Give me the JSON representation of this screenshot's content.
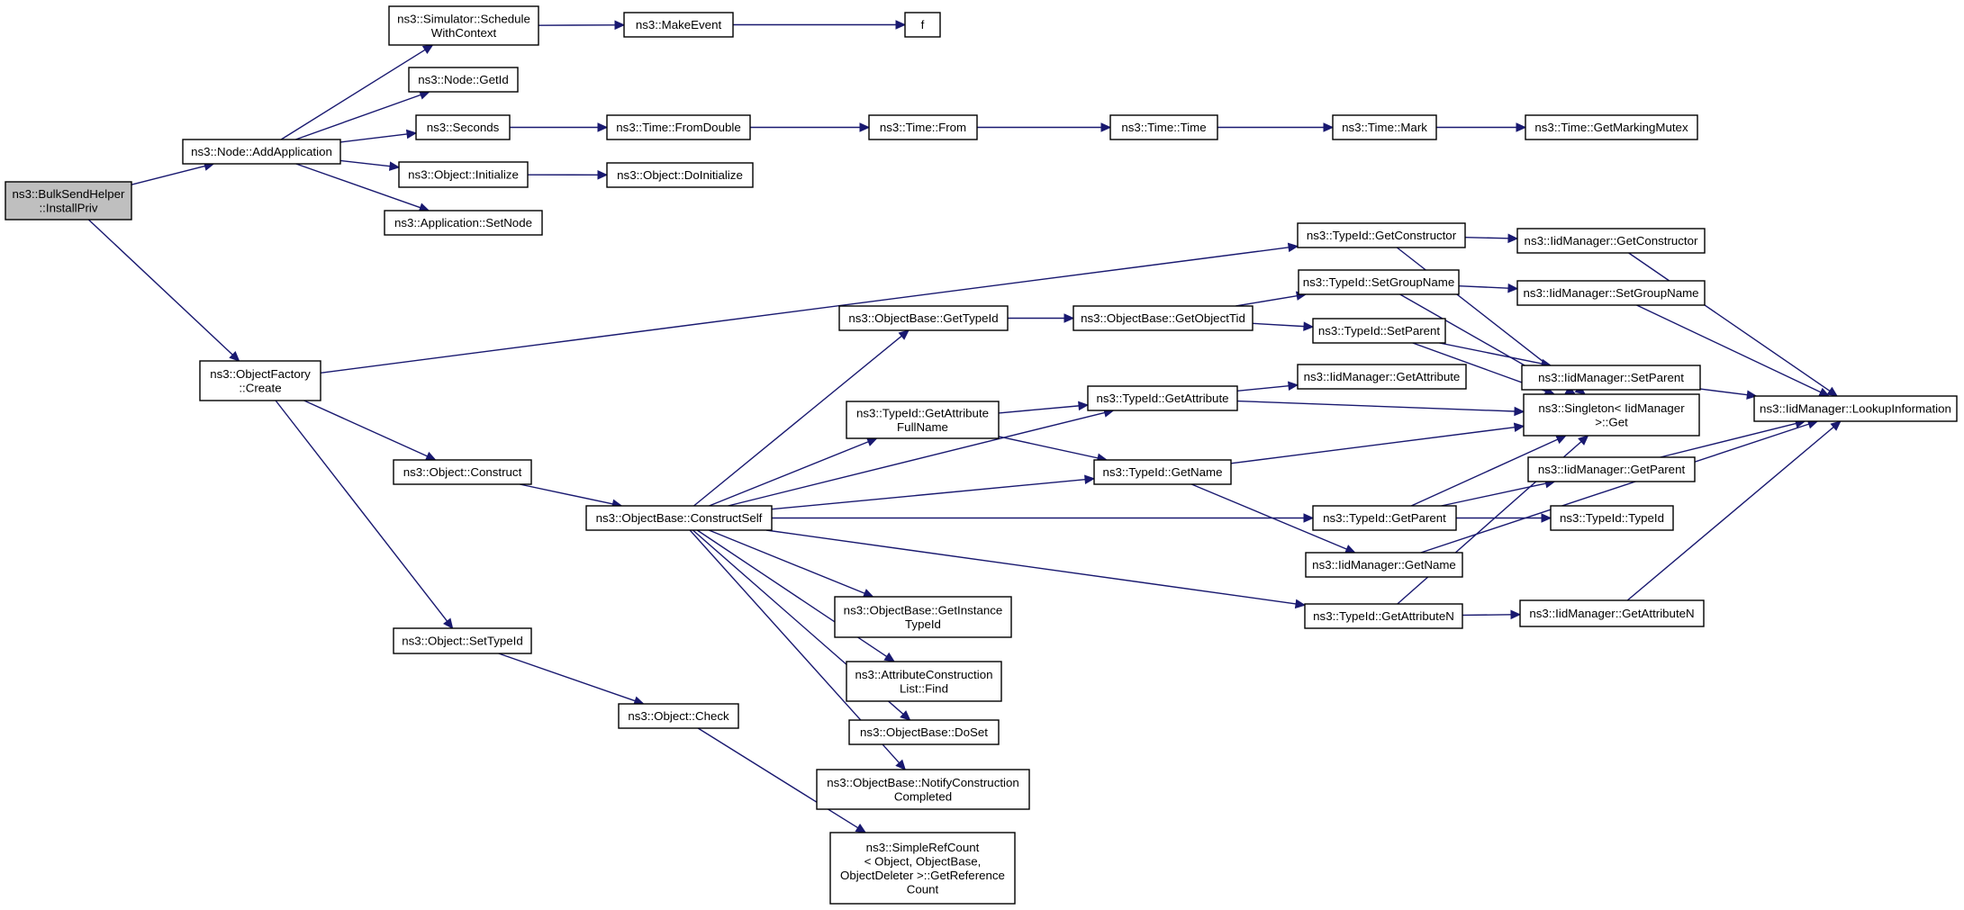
{
  "graph": {
    "type": "call-graph",
    "colors": {
      "edge": "#191970",
      "node_border": "#000000",
      "node_fill": "#ffffff",
      "root_fill": "#bfbfbf",
      "text": "#000000"
    },
    "nodes": [
      {
        "id": "root",
        "label": [
          "ns3::BulkSendHelper",
          "::InstallPriv"
        ],
        "is_root": true
      },
      {
        "id": "addapp",
        "label": [
          "ns3::Node::AddApplication"
        ]
      },
      {
        "id": "objfactory",
        "label": [
          "ns3::ObjectFactory",
          "::Create"
        ]
      },
      {
        "id": "schedule",
        "label": [
          "ns3::Simulator::Schedule",
          "WithContext"
        ]
      },
      {
        "id": "getid",
        "label": [
          "ns3::Node::GetId"
        ]
      },
      {
        "id": "seconds",
        "label": [
          "ns3::Seconds"
        ]
      },
      {
        "id": "objinit",
        "label": [
          "ns3::Object::Initialize"
        ]
      },
      {
        "id": "setnode",
        "label": [
          "ns3::Application::SetNode"
        ]
      },
      {
        "id": "makeevent",
        "label": [
          "ns3::MakeEvent"
        ]
      },
      {
        "id": "f",
        "label": [
          "f"
        ]
      },
      {
        "id": "fromdouble",
        "label": [
          "ns3::Time::FromDouble"
        ]
      },
      {
        "id": "from",
        "label": [
          "ns3::Time::From"
        ]
      },
      {
        "id": "time",
        "label": [
          "ns3::Time::Time"
        ]
      },
      {
        "id": "mark",
        "label": [
          "ns3::Time::Mark"
        ]
      },
      {
        "id": "mutex",
        "label": [
          "ns3::Time::GetMarkingMutex"
        ]
      },
      {
        "id": "doinit",
        "label": [
          "ns3::Object::DoInitialize"
        ]
      },
      {
        "id": "construct",
        "label": [
          "ns3::Object::Construct"
        ]
      },
      {
        "id": "settypeid",
        "label": [
          "ns3::Object::SetTypeId"
        ]
      },
      {
        "id": "check",
        "label": [
          "ns3::Object::Check"
        ]
      },
      {
        "id": "srcgetref",
        "label": [
          "ns3::SimpleRefCount",
          "< Object, ObjectBase,",
          "ObjectDeleter >::GetReference",
          "Count"
        ]
      },
      {
        "id": "constructself",
        "label": [
          "ns3::ObjectBase::ConstructSelf"
        ]
      },
      {
        "id": "obgettypeid",
        "label": [
          "ns3::ObjectBase::GetTypeId"
        ]
      },
      {
        "id": "getobjtid",
        "label": [
          "ns3::ObjectBase::GetObjectTid"
        ]
      },
      {
        "id": "getattrfull",
        "label": [
          "ns3::TypeId::GetAttribute",
          "FullName"
        ]
      },
      {
        "id": "tigetattr",
        "label": [
          "ns3::TypeId::GetAttribute"
        ]
      },
      {
        "id": "tigetname",
        "label": [
          "ns3::TypeId::GetName"
        ]
      },
      {
        "id": "getinsttid",
        "label": [
          "ns3::ObjectBase::GetInstance",
          "TypeId"
        ]
      },
      {
        "id": "acfind",
        "label": [
          "ns3::AttributeConstruction",
          "List::Find"
        ]
      },
      {
        "id": "doset",
        "label": [
          "ns3::ObjectBase::DoSet"
        ]
      },
      {
        "id": "notify",
        "label": [
          "ns3::ObjectBase::NotifyConstruction",
          "Completed"
        ]
      },
      {
        "id": "tigetctor",
        "label": [
          "ns3::TypeId::GetConstructor"
        ]
      },
      {
        "id": "tisetgroup",
        "label": [
          "ns3::TypeId::SetGroupName"
        ]
      },
      {
        "id": "tisetparent",
        "label": [
          "ns3::TypeId::SetParent"
        ]
      },
      {
        "id": "imgetattr",
        "label": [
          "ns3::IidManager::GetAttribute"
        ]
      },
      {
        "id": "tigetparent",
        "label": [
          "ns3::TypeId::GetParent"
        ]
      },
      {
        "id": "imgetname",
        "label": [
          "ns3::IidManager::GetName"
        ]
      },
      {
        "id": "tigetattrn",
        "label": [
          "ns3::TypeId::GetAttributeN"
        ]
      },
      {
        "id": "imgetctor",
        "label": [
          "ns3::IidManager::GetConstructor"
        ]
      },
      {
        "id": "imsetgroup",
        "label": [
          "ns3::IidManager::SetGroupName"
        ]
      },
      {
        "id": "imsetparent",
        "label": [
          "ns3::IidManager::SetParent"
        ]
      },
      {
        "id": "singleton",
        "label": [
          "ns3::Singleton< IidManager",
          ">::Get"
        ]
      },
      {
        "id": "imgetparent",
        "label": [
          "ns3::IidManager::GetParent"
        ]
      },
      {
        "id": "titypeid",
        "label": [
          "ns3::TypeId::TypeId"
        ]
      },
      {
        "id": "imgetattrn",
        "label": [
          "ns3::IidManager::GetAttributeN"
        ]
      },
      {
        "id": "lookup",
        "label": [
          "ns3::IidManager::LookupInformation"
        ]
      }
    ],
    "edges": [
      [
        "root",
        "addapp"
      ],
      [
        "root",
        "objfactory"
      ],
      [
        "addapp",
        "schedule"
      ],
      [
        "addapp",
        "getid"
      ],
      [
        "addapp",
        "seconds"
      ],
      [
        "addapp",
        "objinit"
      ],
      [
        "addapp",
        "setnode"
      ],
      [
        "schedule",
        "makeevent"
      ],
      [
        "makeevent",
        "f"
      ],
      [
        "seconds",
        "fromdouble"
      ],
      [
        "fromdouble",
        "from"
      ],
      [
        "from",
        "time"
      ],
      [
        "time",
        "mark"
      ],
      [
        "mark",
        "mutex"
      ],
      [
        "objinit",
        "doinit"
      ],
      [
        "objfactory",
        "tigetctor"
      ],
      [
        "objfactory",
        "construct"
      ],
      [
        "objfactory",
        "settypeid"
      ],
      [
        "settypeid",
        "check"
      ],
      [
        "check",
        "srcgetref"
      ],
      [
        "construct",
        "constructself"
      ],
      [
        "constructself",
        "obgettypeid"
      ],
      [
        "constructself",
        "tigetattr"
      ],
      [
        "constructself",
        "getattrfull"
      ],
      [
        "constructself",
        "tigetname"
      ],
      [
        "constructself",
        "tigetparent"
      ],
      [
        "constructself",
        "tigetattrn"
      ],
      [
        "constructself",
        "getinsttid"
      ],
      [
        "constructself",
        "acfind"
      ],
      [
        "constructself",
        "doset"
      ],
      [
        "constructself",
        "notify"
      ],
      [
        "obgettypeid",
        "getobjtid"
      ],
      [
        "getobjtid",
        "tisetgroup"
      ],
      [
        "getobjtid",
        "tisetparent"
      ],
      [
        "getattrfull",
        "tigetattr"
      ],
      [
        "getattrfull",
        "tigetname"
      ],
      [
        "tigetattr",
        "imgetattr"
      ],
      [
        "tigetattr",
        "singleton"
      ],
      [
        "tigetname",
        "singleton"
      ],
      [
        "tigetname",
        "imgetname"
      ],
      [
        "tigetctor",
        "imgetctor"
      ],
      [
        "tigetctor",
        "singleton"
      ],
      [
        "tisetgroup",
        "imsetgroup"
      ],
      [
        "tisetgroup",
        "singleton"
      ],
      [
        "tisetparent",
        "imsetparent"
      ],
      [
        "tisetparent",
        "singleton"
      ],
      [
        "tigetparent",
        "imgetparent"
      ],
      [
        "tigetparent",
        "titypeid"
      ],
      [
        "tigetparent",
        "singleton"
      ],
      [
        "tigetattrn",
        "imgetattrn"
      ],
      [
        "tigetattrn",
        "singleton"
      ],
      [
        "imgetctor",
        "lookup"
      ],
      [
        "imsetgroup",
        "lookup"
      ],
      [
        "imsetparent",
        "lookup"
      ],
      [
        "imgetparent",
        "lookup"
      ],
      [
        "imgetname",
        "lookup"
      ],
      [
        "imgetattrn",
        "lookup"
      ]
    ]
  }
}
